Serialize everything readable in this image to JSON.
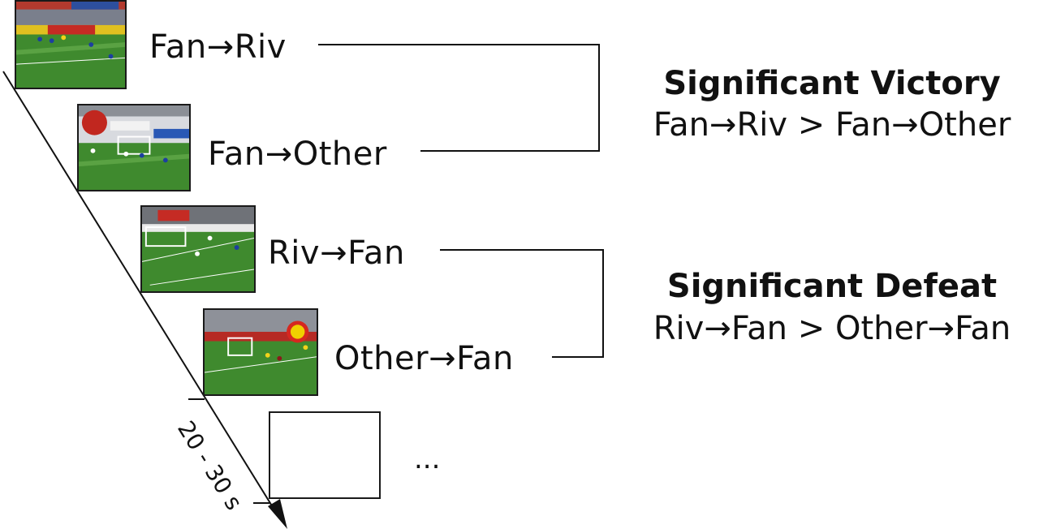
{
  "trials": [
    {
      "label": "Fan→Riv"
    },
    {
      "label": "Fan→Other"
    },
    {
      "label": "Riv→Fan"
    },
    {
      "label": "Other→Fan"
    }
  ],
  "outcomes": {
    "victory": {
      "title": "Significant Victory",
      "contrast": "Fan→Riv > Fan→Other"
    },
    "defeat": {
      "title": "Significant Defeat",
      "contrast": "Riv→Fan > Other→Fan"
    }
  },
  "timeline": {
    "duration": "20 - 30 s",
    "ellipsis": "..."
  },
  "colors": {
    "pitch": "#3f8a2e",
    "pitch_dark": "#2f6f22",
    "stands": "#7a7f8c",
    "line": "#111111"
  }
}
